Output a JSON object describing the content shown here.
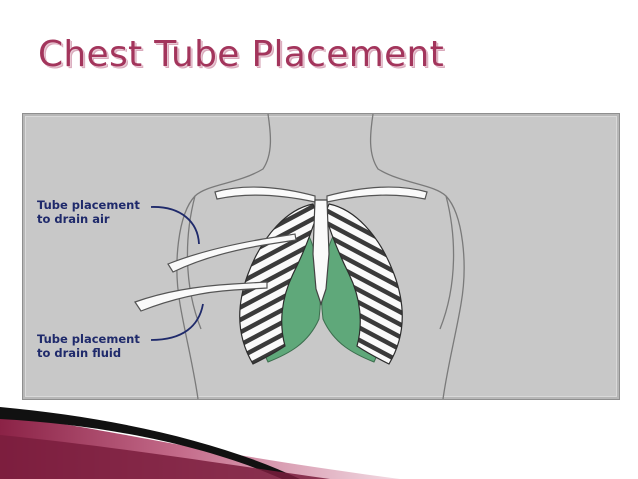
{
  "slide": {
    "title": "Chest Tube Placement"
  },
  "diagram": {
    "labels": {
      "air": {
        "line1": "Tube placement",
        "line2": "to drain air"
      },
      "fluid": {
        "line1": "Tube placement",
        "line2": "to drain fluid"
      }
    }
  },
  "colors": {
    "title": "#a3355c",
    "label_text": "#1f2a6b",
    "diagram_background": "#c8c8c8",
    "lung_highlight": "#5fa87a",
    "footer_accent": "#8b2246"
  }
}
